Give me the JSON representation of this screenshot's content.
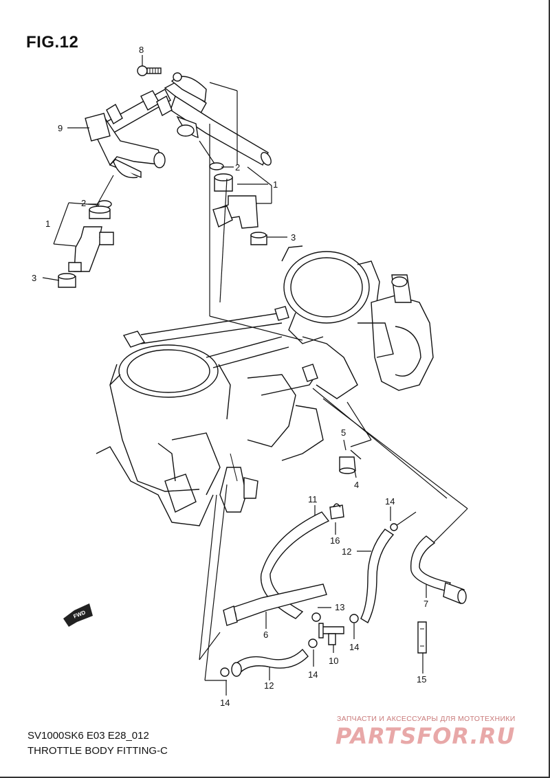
{
  "figure": {
    "title": "FIG.12",
    "code": "SV1000SK6 E03 E28_012",
    "name": "THROTTLE BODY FITTING-C"
  },
  "callouts": {
    "c8": "8",
    "c9": "9",
    "c2a": "2",
    "c1a": "1",
    "c3a": "3",
    "c2b": "2",
    "c1b": "1",
    "c3b": "3",
    "c5": "5",
    "c4": "4",
    "c11": "11",
    "c16": "16",
    "c12a": "12",
    "c14a": "14",
    "c7": "7",
    "c13": "13",
    "c6": "6",
    "c10": "10",
    "c14b": "14",
    "c14c": "14",
    "c12b": "12",
    "c14d": "14",
    "c15": "15"
  },
  "fwd_label": "FWD",
  "watermark": {
    "tagline": "ЗАПЧАСТИ И АКСЕССУАРЫ ДЛЯ МОТОТЕХНИКИ",
    "brand": "PARTSFOR.RU"
  }
}
